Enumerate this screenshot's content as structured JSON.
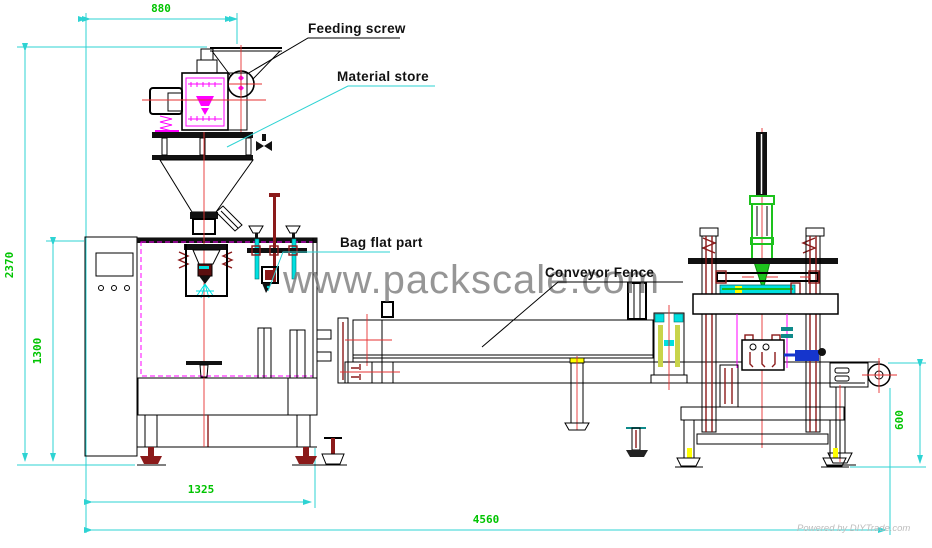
{
  "drawing_title": "Bagging machine with conveyor and bag closing station - engineering layout",
  "dimensions": {
    "top_width": "880",
    "total_height": "2370",
    "frame_height": "1300",
    "machine_width": "1325",
    "total_length": "4560",
    "conveyor_height": "600"
  },
  "labels": {
    "feeding_screw": "Feeding screw",
    "material_store": "Material store",
    "bag_flat_part": "Bag flat part",
    "conveyor_fence": "Conveyor Fence"
  },
  "watermark": "www.packscale.com",
  "footer": "Powered by DIYTrade.com",
  "colors": {
    "dimension_line": "#2ed3d3",
    "dimension_text": "#00c400",
    "outline": "#000000",
    "detail_magenta": "#ff00ff",
    "centerline_red": "#e63232",
    "hardware_maroon": "#8b1a1a",
    "cylinder_green": "#1dc21d",
    "accent_cyan": "#00e0e0",
    "accent_yellow": "#ffff00",
    "handle_blue": "#1535cc",
    "watermark_gray": "#7d7d7d"
  }
}
